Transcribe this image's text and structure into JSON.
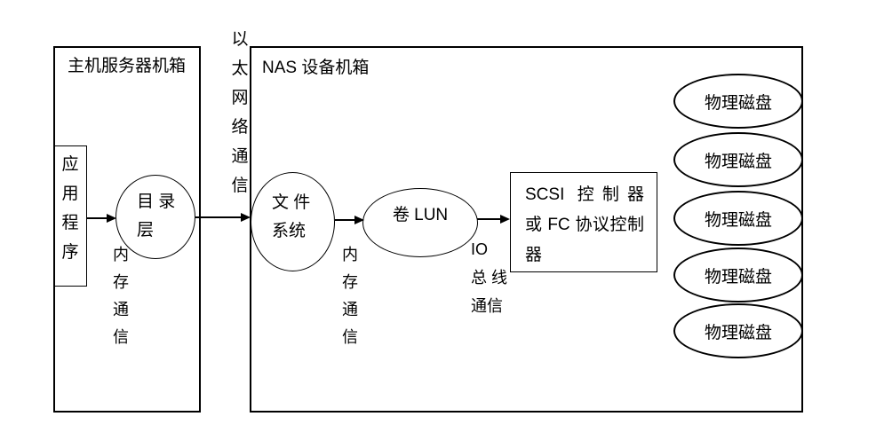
{
  "diagram": {
    "host_box": {
      "title": "主机服务器机箱",
      "application_box_label": "应用程序",
      "directory_ellipse_label": "目 录\n层",
      "memory_comm_label": "内存通信"
    },
    "ethernet_comm_label": "以太网络通信",
    "nas_box": {
      "title": "NAS 设备机箱",
      "file_system_ellipse_label": "文 件\n系统",
      "memory_comm_label": "内存通信",
      "volume_lun_ellipse_label": "卷 LUN",
      "io_bus_comm_label": "IO\n总 线\n通信",
      "scsi_box_lines": [
        "SCSI 控制器",
        "或 FC 协议控制",
        "器"
      ],
      "disks": [
        "物理磁盘",
        "物理磁盘",
        "物理磁盘",
        "物理磁盘",
        "物理磁盘"
      ]
    },
    "colors": {
      "line": "#000000",
      "background": "#ffffff"
    }
  }
}
